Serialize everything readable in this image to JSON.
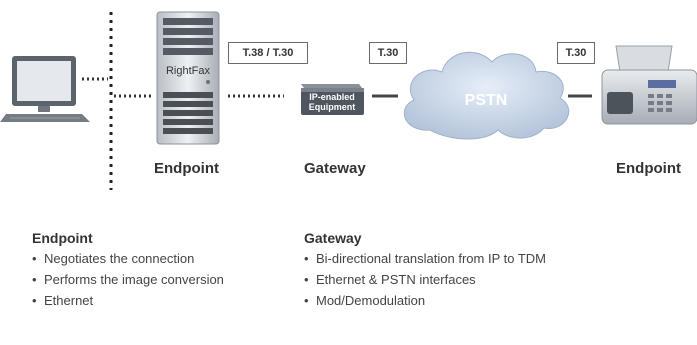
{
  "diagram": {
    "protocols": {
      "left": "T.38 / T.30",
      "middle": "T.30",
      "right": "T.30"
    },
    "server_label": "RightFax",
    "gateway_device_label": [
      "IP-enabled",
      "Equipment"
    ],
    "cloud_label": "PSTN",
    "captions": {
      "left_endpoint": "Endpoint",
      "gateway": "Gateway",
      "right_endpoint": "Endpoint"
    }
  },
  "descriptions": {
    "endpoint": {
      "title": "Endpoint",
      "items": [
        "Negotiates the connection",
        "Performs the image conversion",
        "Ethernet"
      ]
    },
    "gateway": {
      "title": "Gateway",
      "items": [
        "Bi-directional translation from IP to TDM",
        "Ethernet & PSTN interfaces",
        "Mod/Demodulation"
      ]
    }
  },
  "colors": {
    "device_dark": "#4a4f56",
    "device_light": "#dfe3e8",
    "cloud_fill": "#c9d6e6",
    "line": "#444444"
  }
}
